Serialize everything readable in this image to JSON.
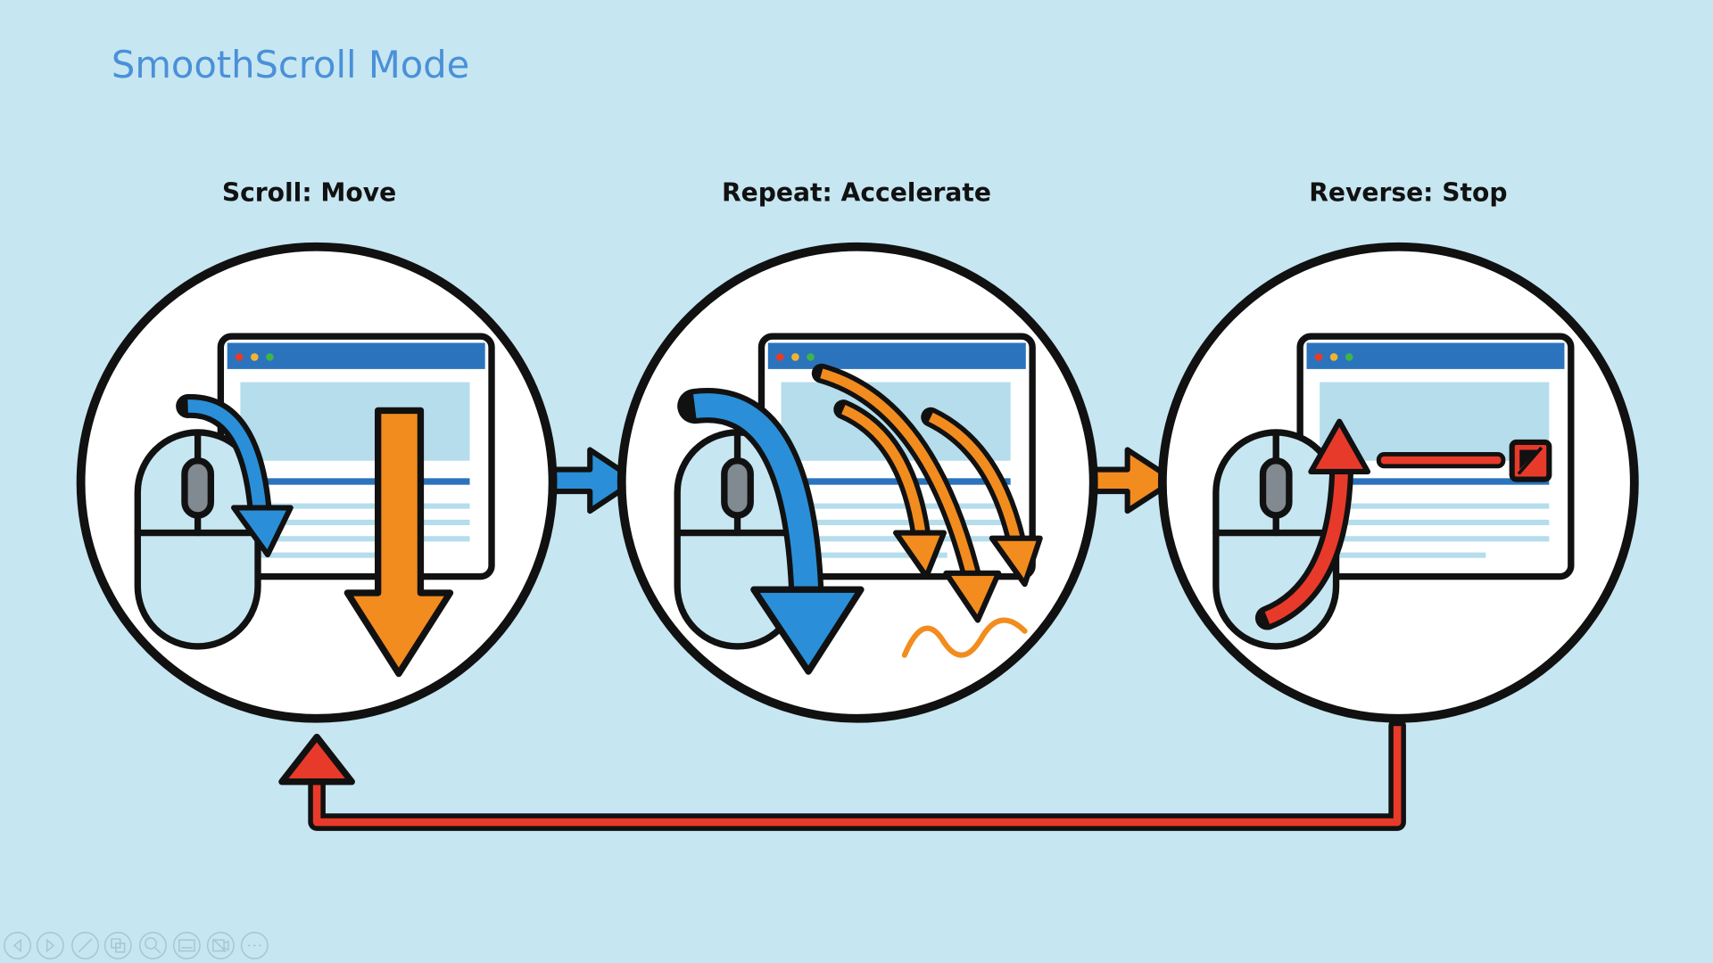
{
  "slide": {
    "title": "SmoothScroll Mode",
    "steps": [
      {
        "label": "Scroll: Move",
        "icon": "mouse-scroll-down-icon"
      },
      {
        "label": "Repeat: Accelerate",
        "icon": "mouse-accelerate-icon"
      },
      {
        "label": "Reverse: Stop",
        "icon": "mouse-reverse-stop-icon"
      }
    ],
    "connectors": [
      "blue-arrow-right",
      "orange-arrow-right",
      "red-loop-back-arrow"
    ]
  },
  "colors": {
    "background": "#c6e6f1",
    "title": "#4a90d9",
    "blue": "#2a8fd8",
    "orange": "#f28c1e",
    "red": "#e83a2a",
    "window_bar": "#2b74bd",
    "content_light": "#b5ddec"
  },
  "toolbar": {
    "buttons": [
      "previous-icon",
      "next-icon",
      "pen-icon",
      "slides-icon",
      "zoom-icon",
      "subtitles-icon",
      "camera-off-icon",
      "more-icon"
    ]
  }
}
